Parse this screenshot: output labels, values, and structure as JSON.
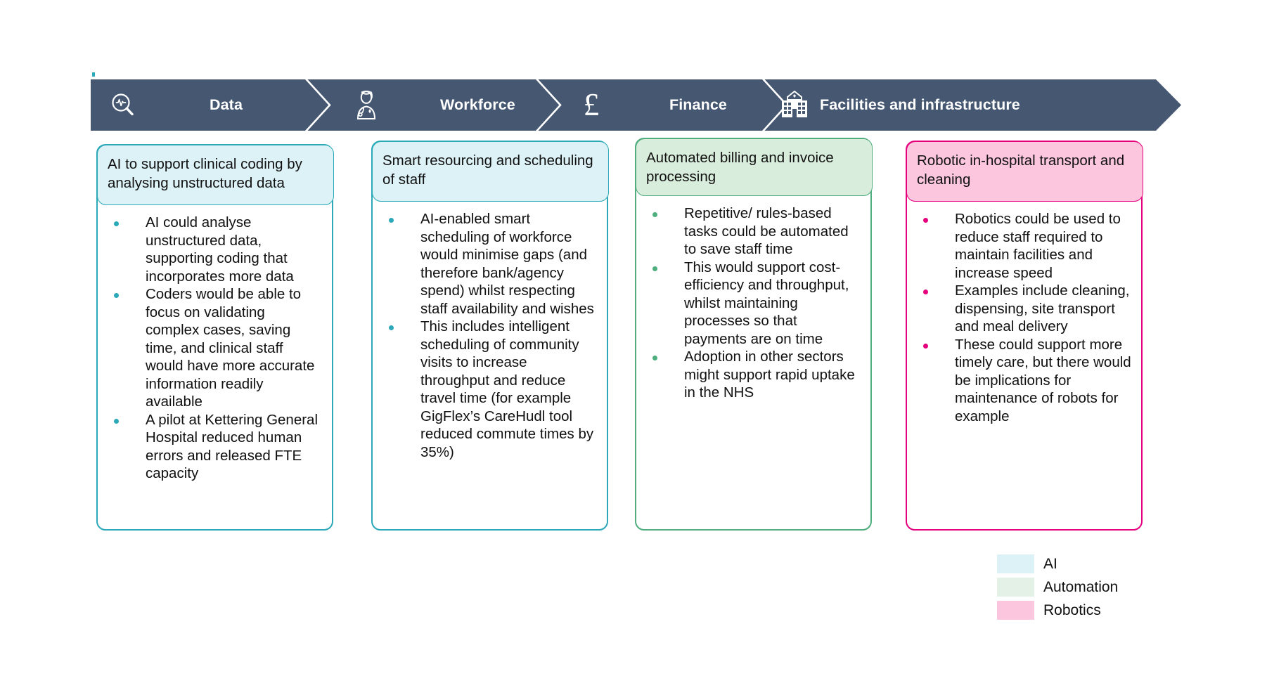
{
  "banner": {
    "background_color": "#455771",
    "segments": [
      {
        "icon": "magnifier-pulse-icon",
        "label": "Data"
      },
      {
        "icon": "clinician-icon",
        "label": "Workforce"
      },
      {
        "icon": "pound-sterling-icon",
        "label": "Finance"
      },
      {
        "icon": "hospital-building-icon",
        "label": "Facilities and infrastructure"
      }
    ]
  },
  "cards": [
    {
      "category": "AI",
      "accent_color": "#2BA9B8",
      "header_fill": "#DDF2F7",
      "title": "AI to support clinical coding by analysing unstructured data",
      "bullets": [
        "AI could analyse unstructured data, supporting coding that incorporates more data",
        "Coders would be able to focus on validating complex cases, saving time, and clinical staff would have more accurate information readily available",
        "A pilot at Kettering General Hospital reduced human errors and released FTE capacity"
      ]
    },
    {
      "category": "AI",
      "accent_color": "#2BA9B8",
      "header_fill": "#DDF2F7",
      "title": "Smart resourcing and scheduling of staff",
      "bullets": [
        "AI-enabled smart scheduling of workforce would minimise gaps (and therefore bank/agency spend) whilst respecting staff availability and wishes",
        "This includes intelligent scheduling of community visits to increase throughput and reduce travel time (for example GigFlex’s CareHudl tool reduced commute times by 35%)"
      ]
    },
    {
      "category": "Automation",
      "accent_color": "#4FAE7E",
      "header_fill": "#D9EDDC",
      "title": "Automated billing and invoice processing",
      "bullets": [
        "Repetitive/ rules-based tasks could be automated to save staff time",
        "This would support cost-efficiency and throughput, whilst maintaining processes so that payments are on time",
        "Adoption in other sectors might support rapid uptake in the NHS"
      ]
    },
    {
      "category": "Robotics",
      "accent_color": "#E5007D",
      "header_fill": "#FBC6DE",
      "title": "Robotic in-hospital transport and cleaning",
      "bullets": [
        "Robotics could be used to reduce staff required to maintain facilities and increase speed",
        "Examples include cleaning, dispensing, site transport and meal delivery",
        "These could support more timely care, but there would be implications for maintenance of robots for example"
      ]
    }
  ],
  "legend": {
    "items": [
      {
        "label": "AI",
        "color": "#DDF2F7"
      },
      {
        "label": "Automation",
        "color": "#E3F1E6"
      },
      {
        "label": "Robotics",
        "color": "#FBC6DE"
      }
    ]
  }
}
